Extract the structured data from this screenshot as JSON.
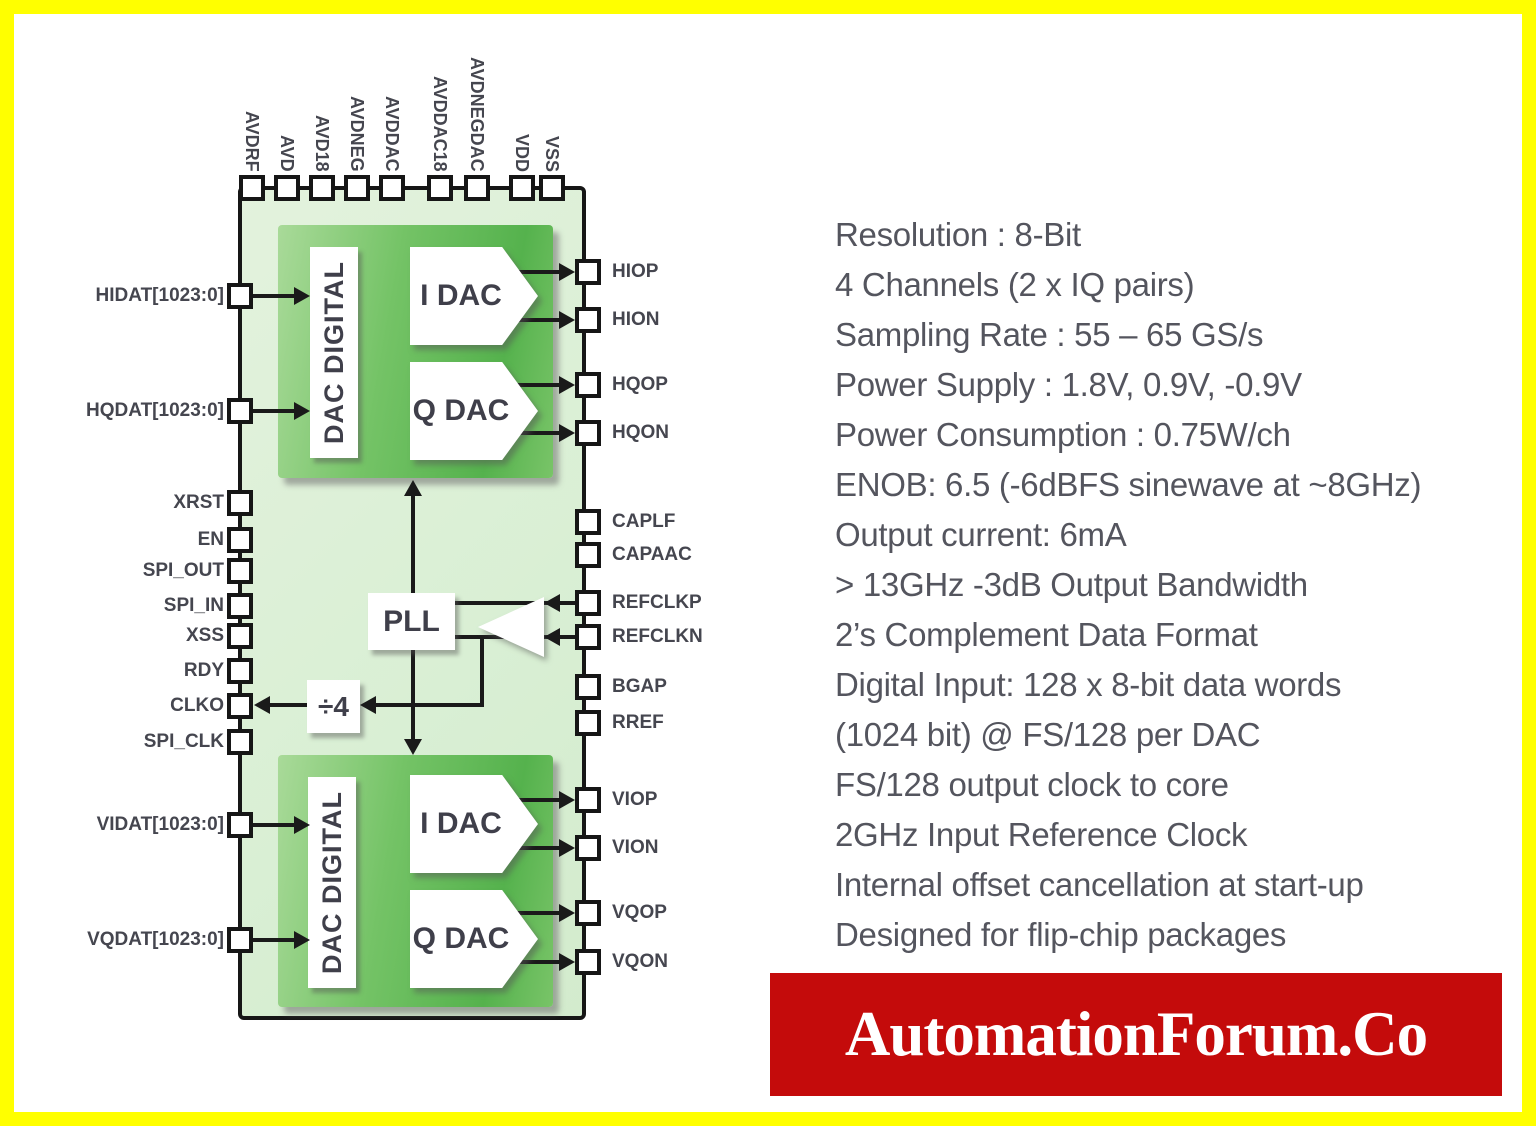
{
  "diagram": {
    "top_pins": [
      "AVDRF",
      "AVD",
      "AVD18",
      "AVDNEG",
      "AVDDAC",
      "AVDDAC18",
      "AVDNEGDAC",
      "VDD",
      "VSS"
    ],
    "left_pins": [
      "HIDAT[1023:0]",
      "HQDAT[1023:0]",
      "XRST",
      "EN",
      "SPI_OUT",
      "SPI_IN",
      "XSS",
      "RDY",
      "CLKO",
      "SPI_CLK",
      "VIDAT[1023:0]",
      "VQDAT[1023:0]"
    ],
    "right_pins": [
      "HIOP",
      "HION",
      "HQOP",
      "HQON",
      "CAPLF",
      "CAPAAC",
      "REFCLKP",
      "REFCLKN",
      "BGAP",
      "RREF",
      "VIOP",
      "VION",
      "VQOP",
      "VQON"
    ],
    "blocks": {
      "dac_digital_top": "DAC DIGITAL",
      "dac_digital_bottom": "DAC DIGITAL",
      "idac_top": "I DAC",
      "qdac_top": "Q DAC",
      "idac_bottom": "I DAC",
      "qdac_bottom": "Q DAC",
      "pll": "PLL",
      "div4": "÷4"
    }
  },
  "specs": {
    "lines": [
      "Resolution : 8-Bit",
      "4 Channels (2 x IQ pairs)",
      "Sampling Rate : 55 – 65 GS/s",
      "Power Supply : 1.8V, 0.9V, -0.9V",
      "Power Consumption : 0.75W/ch",
      "ENOB: 6.5 (-6dBFS sinewave at ~8GHz)",
      "Output current: 6mA",
      "> 13GHz -3dB Output Bandwidth",
      "2’s Complement Data Format",
      "Digital Input: 128 x 8-bit data words",
      "(1024 bit) @ FS/128 per DAC",
      "FS/128 output clock to core",
      "2GHz Input Reference Clock",
      "Internal offset cancellation at start-up",
      "Designed for flip-chip packages"
    ]
  },
  "banner": {
    "text": "AutomationForum.Co",
    "background": "#c40b0b"
  },
  "colors": {
    "frame_yellow": "#ffff00",
    "chip_fill": "#d9efd4",
    "block_green": "#5cb54f",
    "wire_black": "#1a1a1a",
    "label_gray": "#45464f",
    "banner_red": "#c40b0b"
  }
}
